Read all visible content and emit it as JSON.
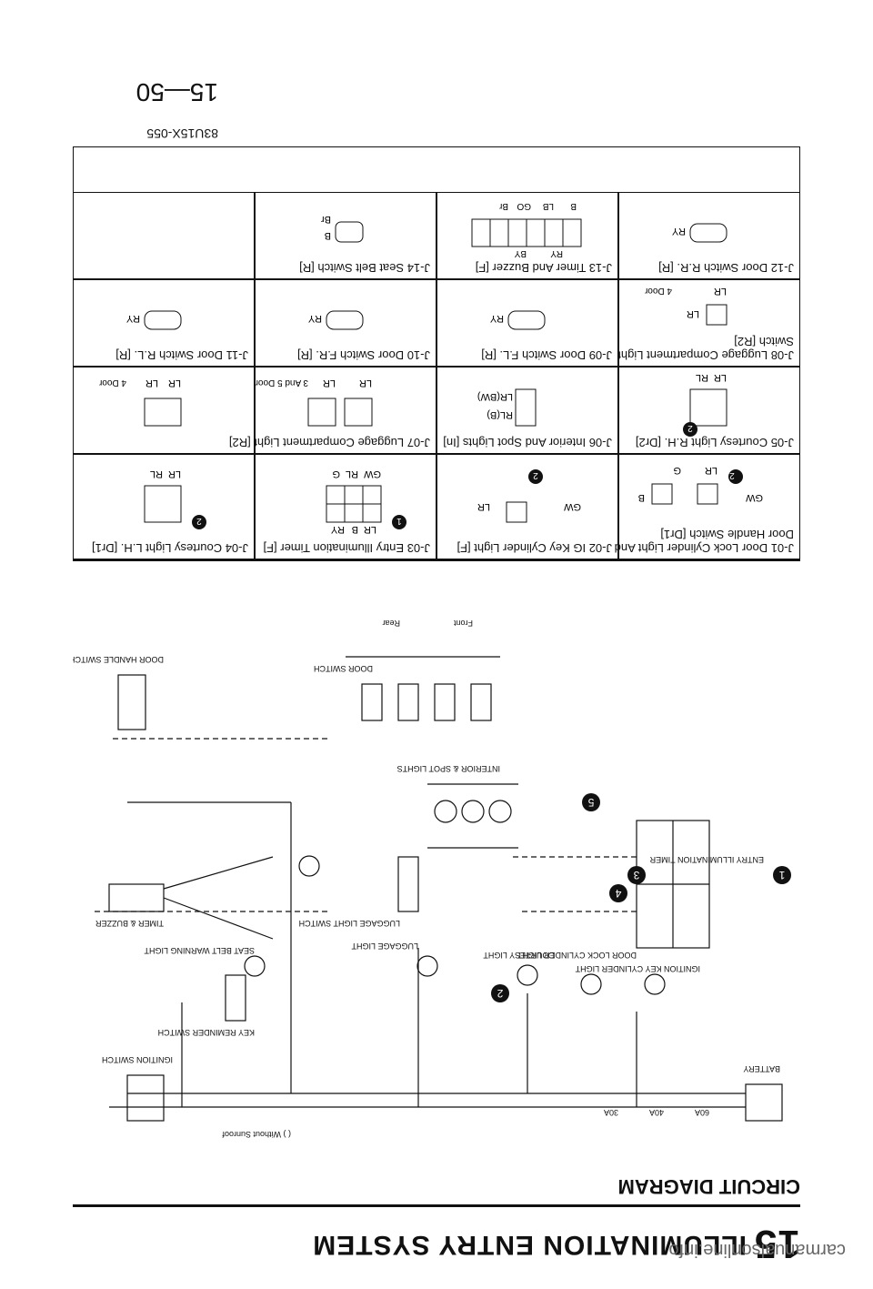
{
  "header": {
    "section_number": "15",
    "title": "ILLUMINATION ENTRY SYSTEM",
    "subtitle": "CIRCUIT DIAGRAM",
    "subtitle_note": ""
  },
  "footer": {
    "page_number": "15—50",
    "reference_code": "83U15X-055"
  },
  "watermark": "carmanualsonline.info",
  "circuit": {
    "legend_note": "( ) Without Sunroof",
    "battery": "BATTERY",
    "timer": "ENTRY ILLUMINATION TIMER",
    "buzzer": "TIMER & BUZZER",
    "ignition_switch": "IGNITION SWITCH",
    "seat_belt": "SEAT BELT WARNING LIGHT",
    "key_reminder": "KEY REMINDER SWITCH",
    "luggage_switch": "LUGGAGE LIGHT SWITCH",
    "luggage_light": "LUGGAGE LIGHT",
    "interior": "INTERIOR & SPOT LIGHTS",
    "door_switch": "DOOR SWITCH",
    "handle_switch": "DOOR HANDLE SWITCH",
    "courtesy": "COURTESY LIGHT",
    "cylinder": "DOOR LOCK CYLINDER LIGHT",
    "ig_cyl": "IGNITION KEY CYLINDER LIGHT",
    "front": "Front",
    "rear": "Rear",
    "fuses": [
      "60A",
      "40A",
      "30A"
    ],
    "markers": [
      "1",
      "2",
      "3",
      "4",
      "5"
    ]
  },
  "connectors": [
    {
      "id": "J-01",
      "title": "Door Lock Cylinder Light And",
      "title2": "Door Handle Switch [Dr1]",
      "pins": [
        "GW",
        "B",
        "LR",
        "G"
      ],
      "marker": "2"
    },
    {
      "id": "J-02",
      "title": "IG Key Cylinder Light [F]",
      "pins": [
        "GW",
        "LR"
      ],
      "marker": "2"
    },
    {
      "id": "J-03",
      "title": "Entry Illumination Timer [F]",
      "pins": [
        "LR",
        "B",
        "RY",
        "GW",
        "RL",
        "G"
      ],
      "marker": "1"
    },
    {
      "id": "J-04",
      "title": "Courtesy Light L.H. [Dr1]",
      "pins": [
        "LR",
        "RL"
      ],
      "marker": "2"
    },
    {
      "id": "J-05",
      "title": "Courtesy Light R.H. [Dr2]",
      "pins": [
        "LR",
        "RL"
      ],
      "marker": "2"
    },
    {
      "id": "J-06",
      "title": "Interior And Spot Lights [In]",
      "pins": [
        "RL(B)",
        "LR(BW)"
      ],
      "marker": ""
    },
    {
      "id": "J-07",
      "title": "Luggage Compartment Light [R2]",
      "pins": [
        "LR",
        "LR"
      ],
      "note": "3 And 5 Door",
      "marker": ""
    },
    {
      "id": "J-07b",
      "title": "",
      "pins": [
        "LR",
        "LR"
      ],
      "note": "4 Door",
      "marker": ""
    },
    {
      "id": "J-08",
      "title": "Luggage Compartment Light",
      "title2": "Switch [R2]",
      "pins": [
        "LR",
        "LR"
      ],
      "note": "4 Door",
      "marker": ""
    },
    {
      "id": "J-09",
      "title": "Door Switch F.L. [R]",
      "pins": [
        "RY"
      ],
      "marker": ""
    },
    {
      "id": "J-10",
      "title": "Door Switch F.R. [R]",
      "pins": [
        "RY"
      ],
      "marker": ""
    },
    {
      "id": "J-11",
      "title": "Door Switch R.L. [R]",
      "pins": [
        "RY"
      ],
      "marker": ""
    },
    {
      "id": "J-12",
      "title": "Door Switch R.R. [R]",
      "pins": [
        "RY"
      ],
      "marker": ""
    },
    {
      "id": "J-13",
      "title": "Timer And Buzzer [F]",
      "pins": [
        "BY",
        "RY",
        "B",
        "LB",
        "GO",
        "Br"
      ],
      "marker": ""
    },
    {
      "id": "J-14",
      "title": "Seat Belt Switch [R]",
      "pins": [
        "B",
        "Br"
      ],
      "marker": ""
    }
  ]
}
